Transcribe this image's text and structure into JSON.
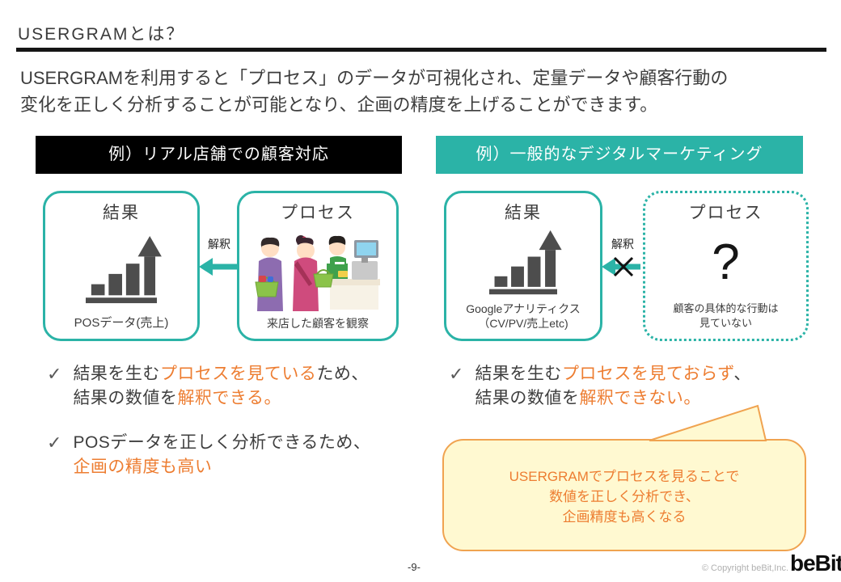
{
  "colors": {
    "teal": "#2bb3a7",
    "orange": "#ed7d31",
    "dark_text": "#3e3e3e",
    "icon_gray": "#4d4d4d",
    "bubble_fill": "#fff9d1",
    "bubble_border": "#f0a350",
    "header_black": "#000000"
  },
  "title": "USERGRAMとは？",
  "intro": {
    "line1": "USERGRAMを利用すると「プロセス」のデータが可視化され、定量データや顧客行動の",
    "line2": "変化を正しく分析することが可能となり、企画の精度を上げることができます。"
  },
  "left": {
    "header": "例）リアル店舗での顧客対応",
    "result": {
      "title": "結果",
      "caption": "POSデータ(売上)",
      "icon": "bar-chart-growth-icon"
    },
    "process": {
      "title": "プロセス",
      "caption": "来店した顧客を観察",
      "icon": "checkout-illustration"
    },
    "arrow_label": "解釈",
    "bullet1": {
      "l1": [
        {
          "t": "結果を生む"
        },
        {
          "t": "プロセスを見ている"
        },
        {
          "t": "ため、"
        }
      ],
      "l2": [
        {
          "t": "結果の数値を"
        },
        {
          "t": "解釈できる。"
        }
      ]
    },
    "bullet2": {
      "l1": [
        {
          "t": "POSデータを正しく分析できるため、"
        }
      ],
      "l2": [
        {
          "t": "企画の精度も高い"
        }
      ]
    }
  },
  "right": {
    "header": "例）一般的なデジタルマーケティング",
    "result": {
      "title": "結果",
      "caption1": "Googleアナリティクス",
      "caption2": "（CV/PV/売上etc)",
      "icon": "bar-chart-growth-icon"
    },
    "process": {
      "title": "プロセス",
      "mark": "?",
      "caption1": "顧客の具体的な行動は",
      "caption2": "見ていない"
    },
    "arrow_label": "解釈",
    "bullet1": {
      "l1": [
        {
          "t": "結果を生む"
        },
        {
          "t": "プロセスを見ておらず"
        },
        {
          "t": "、"
        }
      ],
      "l2": [
        {
          "t": "結果の数値を"
        },
        {
          "t": "解釈できない。"
        }
      ]
    },
    "bubble": {
      "line1": "USERGRAMでプロセスを見ることで",
      "line2": "数値を正しく分析でき、",
      "line3": "企画精度も高くなる"
    }
  },
  "check_glyph": "✓",
  "footer": {
    "page": "-9-",
    "copyright": "© Copyright  beBit,Inc.",
    "logo": "beBit"
  }
}
